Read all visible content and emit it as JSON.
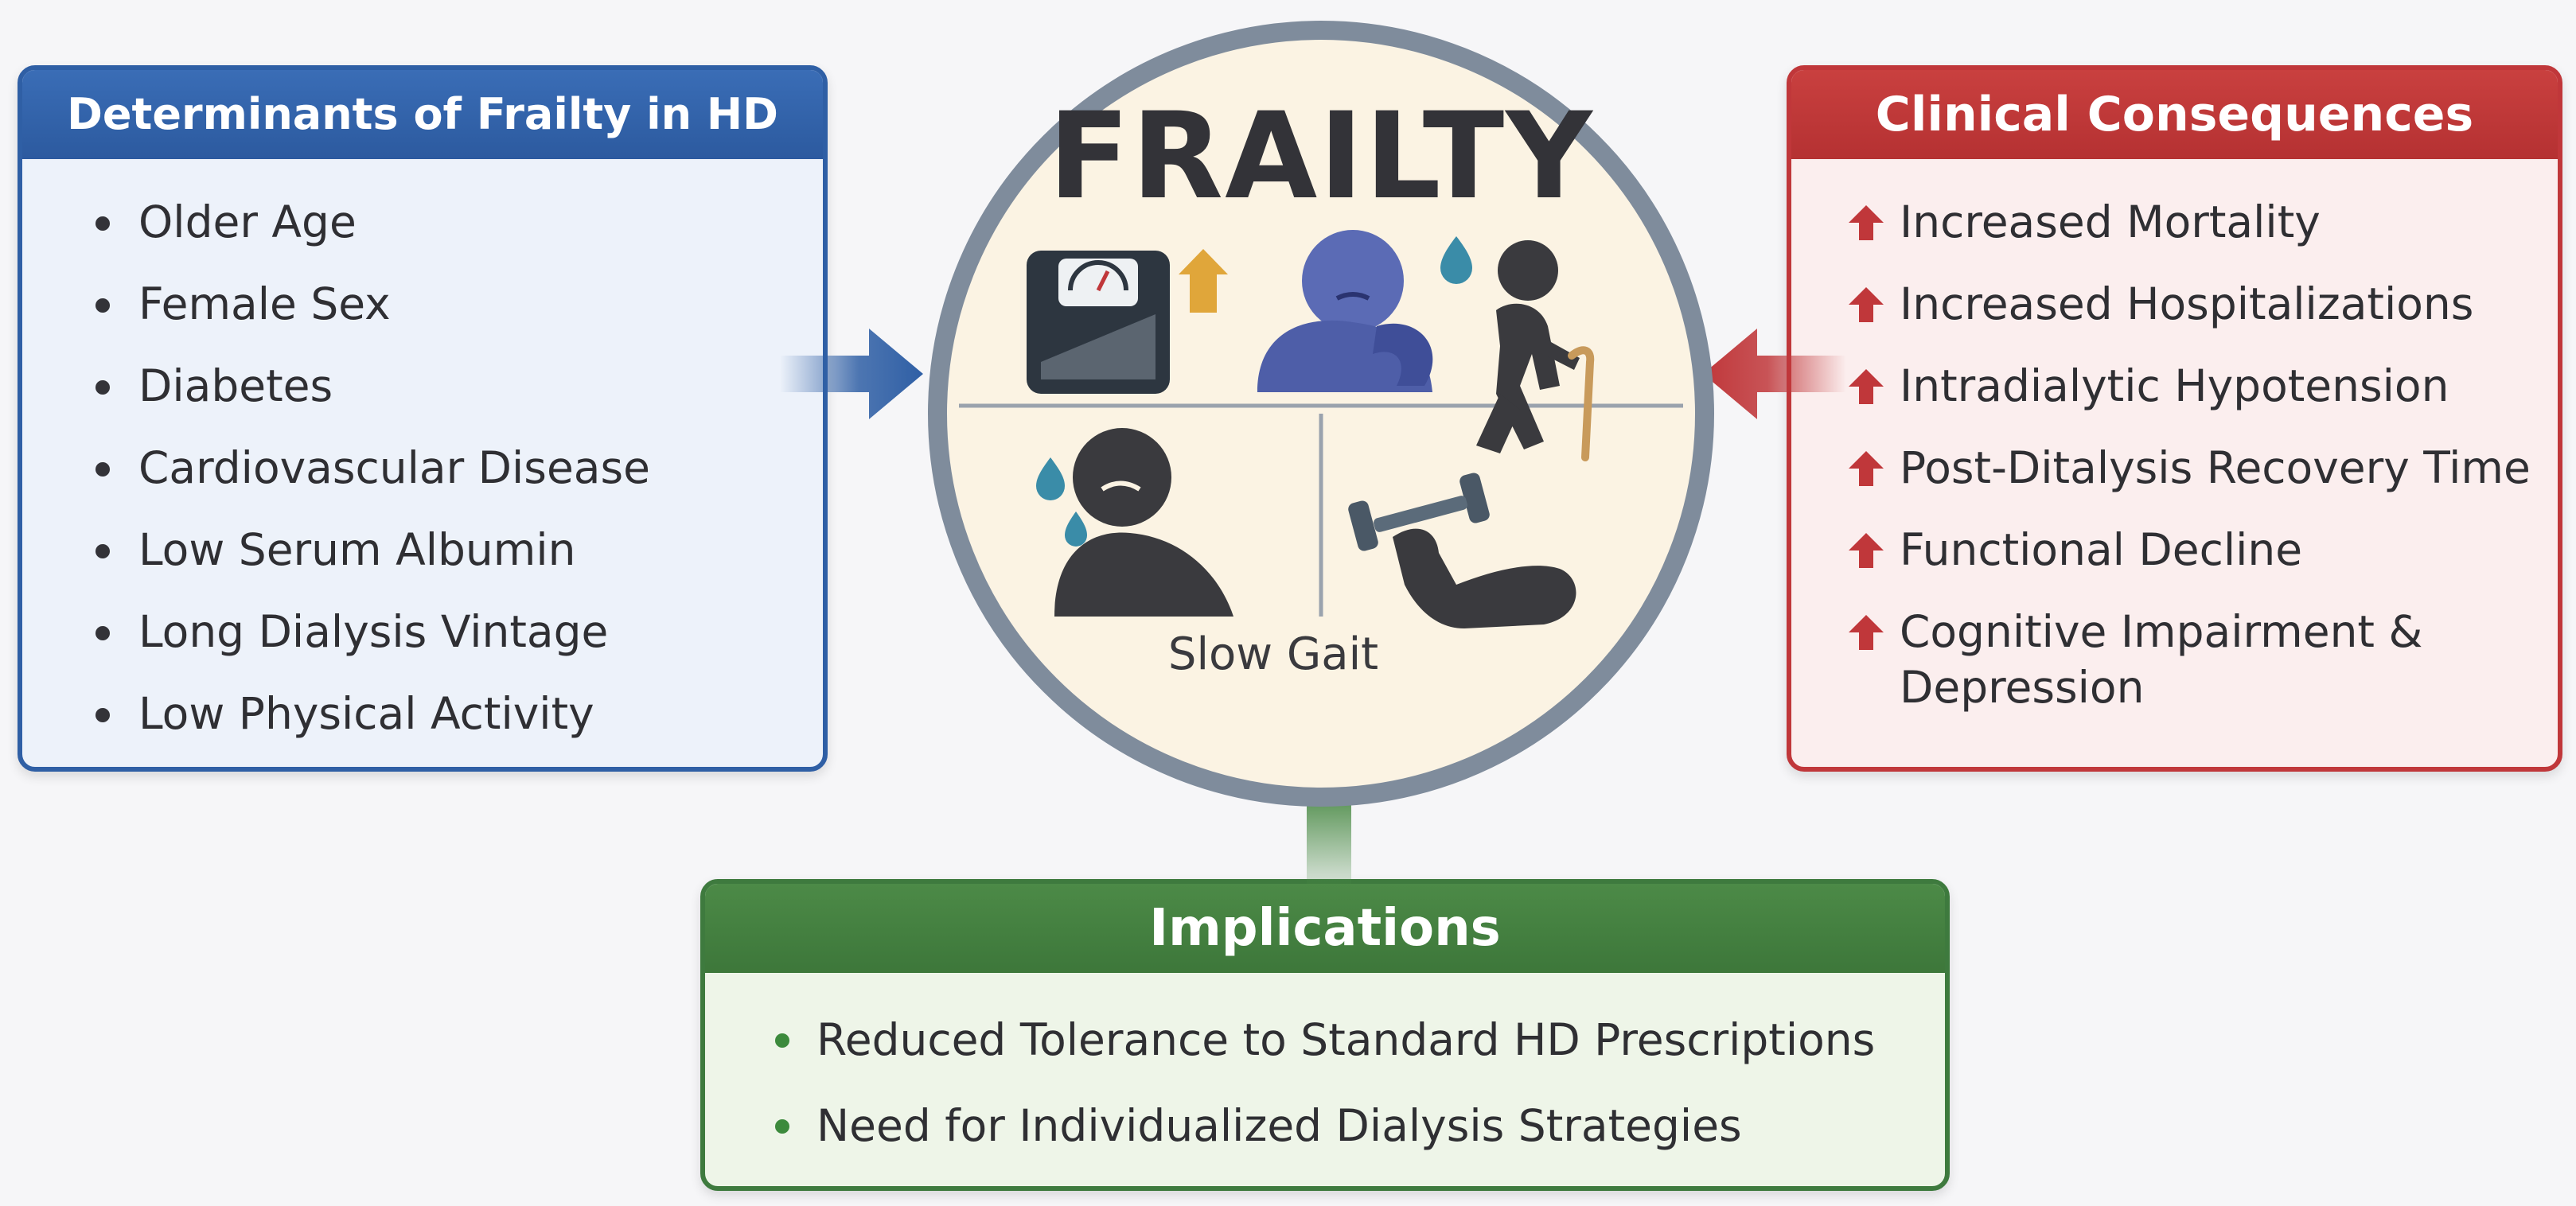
{
  "center": {
    "title": "FRAILTY",
    "caption": "Slow Gait",
    "icons": [
      "weight-scale-icon",
      "up-arrow-icon",
      "exhausted-person-icon",
      "walking-cane-person-icon",
      "tired-sweating-person-icon",
      "dumbbell-weakness-icon"
    ]
  },
  "determinants": {
    "title": "Determinants of Frailty in HD",
    "items": [
      "Older Age",
      "Female Sex",
      "Diabetes",
      "Cardiovascular Disease",
      "Low Serum Albumin",
      "Long Dialysis Vintage",
      "Low Physical Activity"
    ]
  },
  "consequences": {
    "title": "Clinical Consequences",
    "items": [
      "Increased Mortality",
      "Increased Hospitalizations",
      "Intradialytic Hypotension",
      "Post-Ditalysis Recovery Time",
      "Functional Decline",
      "Cognitive Impairment & Depression"
    ]
  },
  "implications": {
    "title": "Implications",
    "items": [
      "Reduced Tolerance to Standard HD Prescriptions",
      "Need for Individualized Dialysis Strategies"
    ]
  },
  "colors": {
    "blue": "#2f5fa5",
    "red": "#c0373a",
    "green": "#3e7a3e",
    "circle_ring": "#7f8c9c",
    "circle_fill": "#fbf3e3"
  }
}
